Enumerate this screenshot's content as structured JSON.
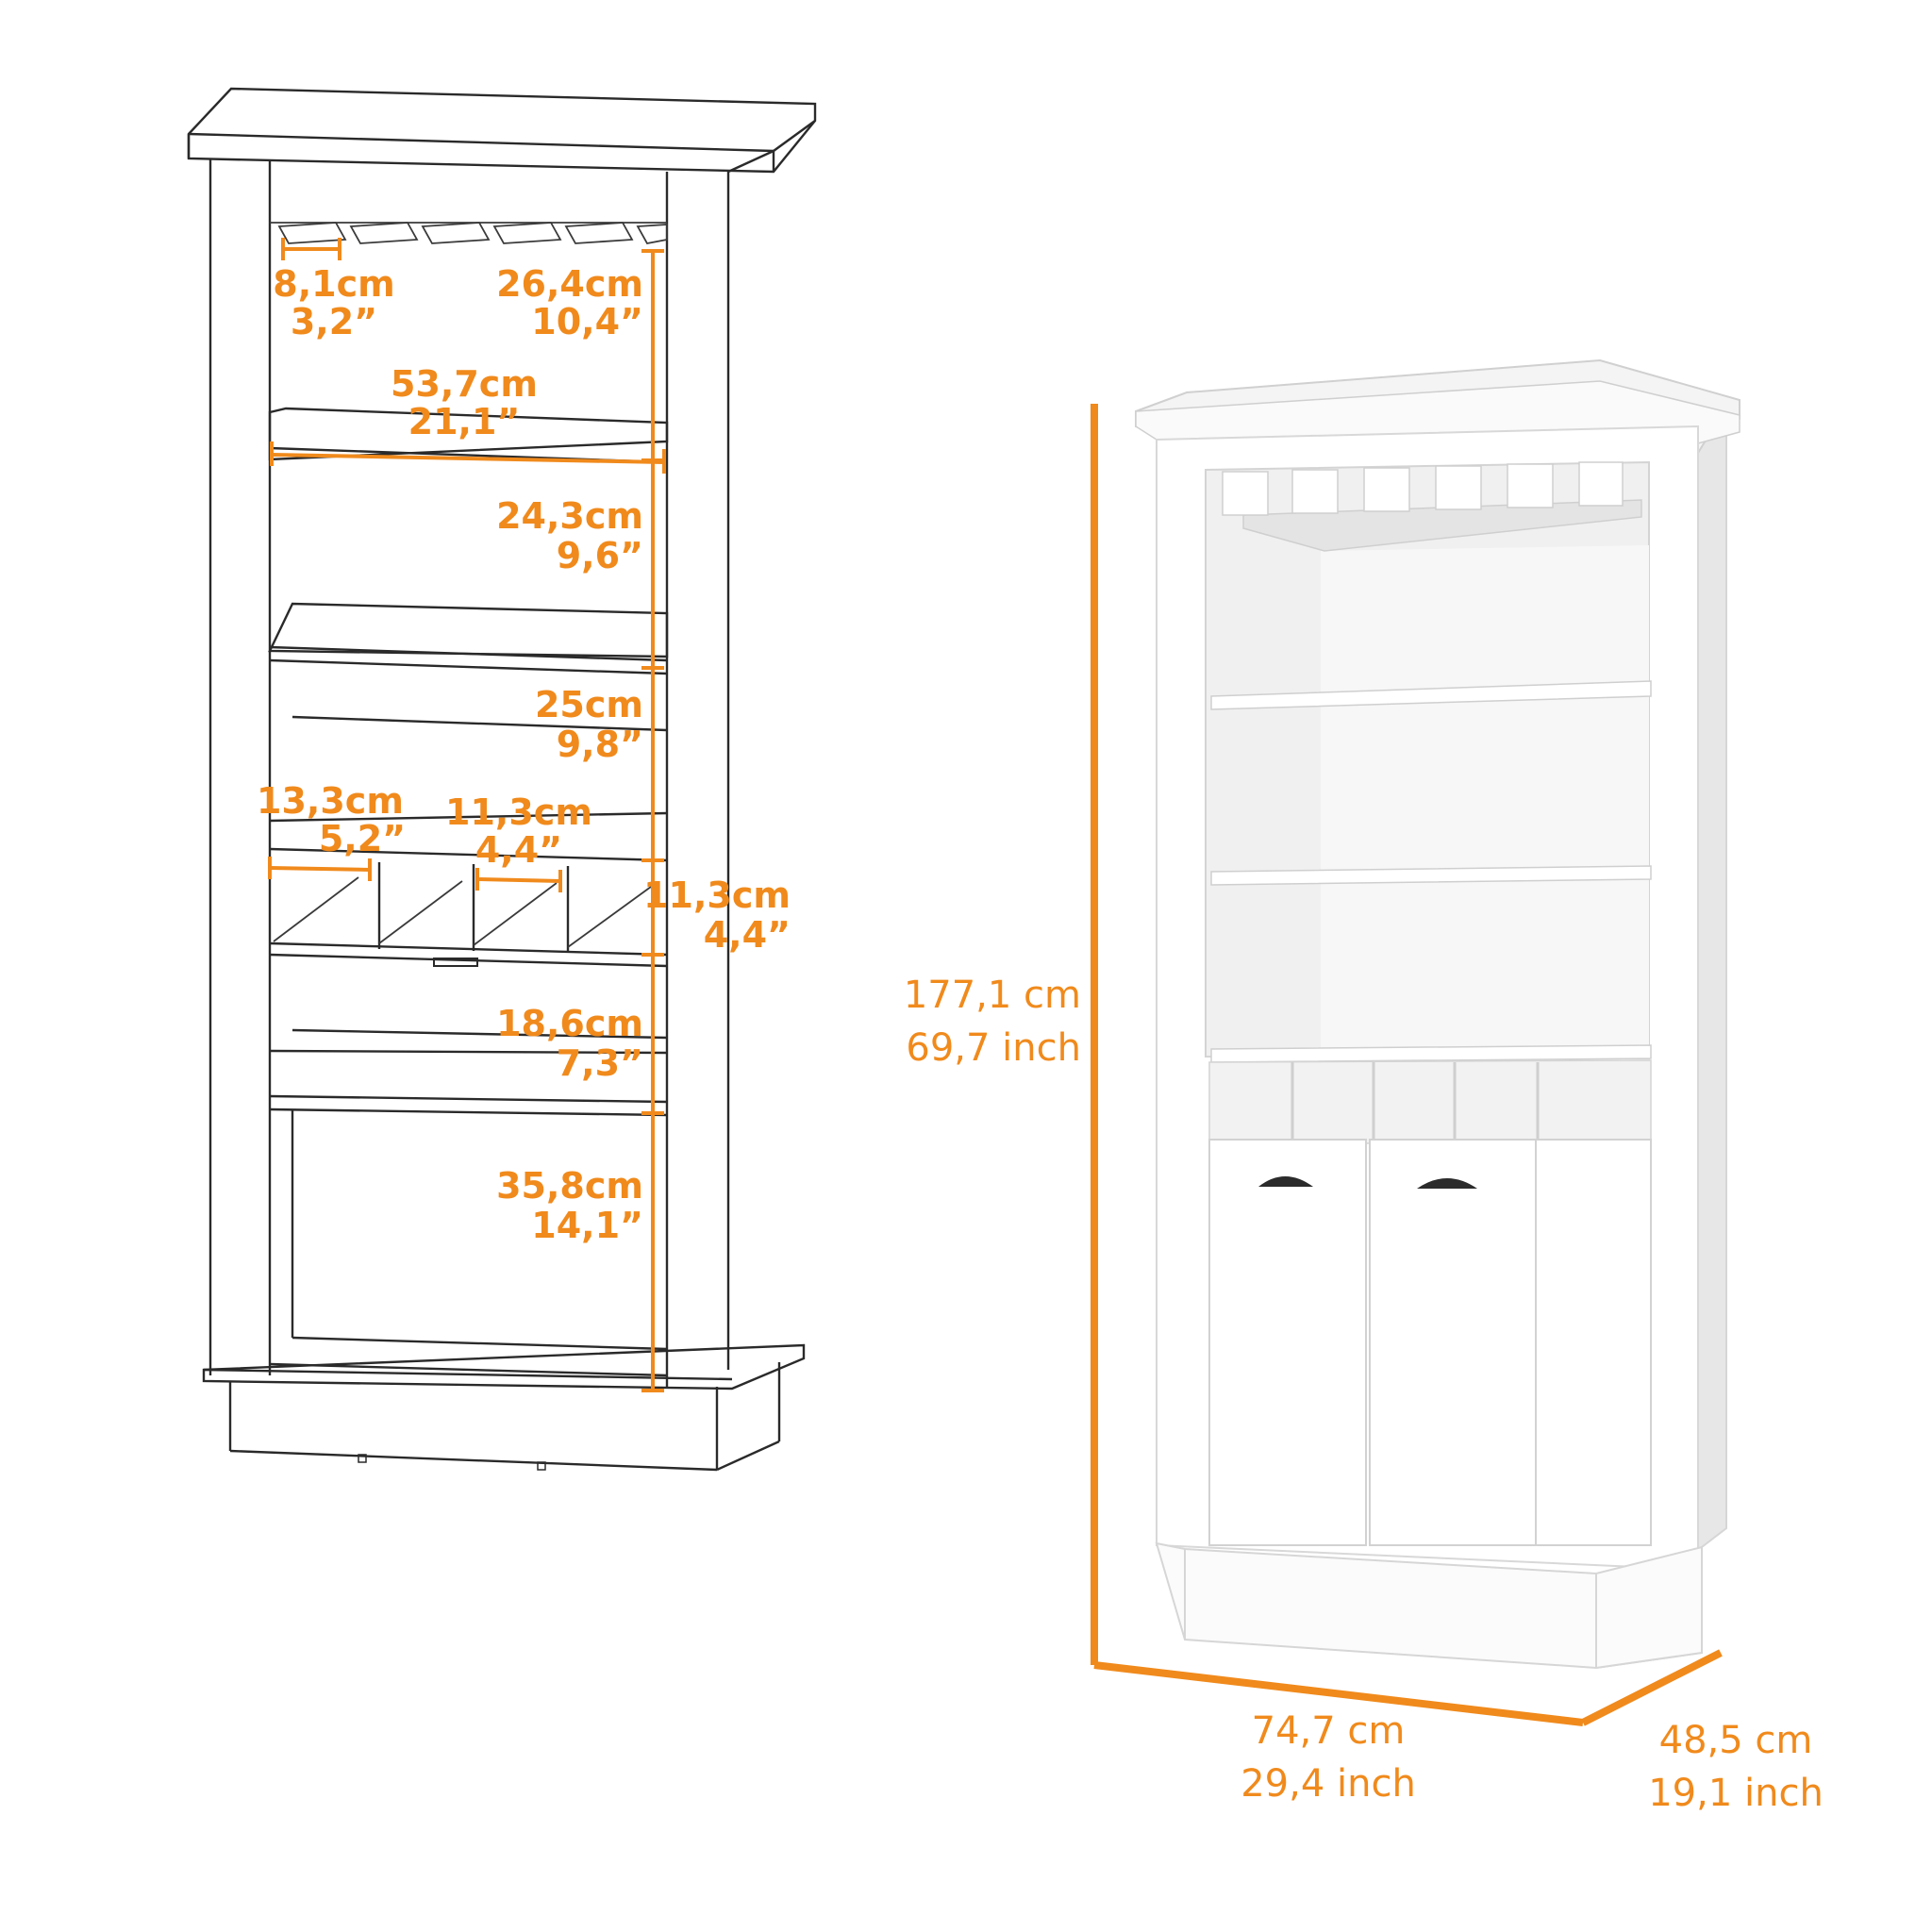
{
  "colors": {
    "accent": "#f08a1c",
    "line": "#2a2a2a",
    "cabinet": "#ffffff",
    "shade": "#e9e9e9",
    "handle": "#2b2b2b"
  },
  "drawing_dims": {
    "rack_width": {
      "cm": "8,1cm",
      "in": "3,2”"
    },
    "top_height": {
      "cm": "26,4cm",
      "in": "10,4”"
    },
    "inner_width": {
      "cm": "53,7cm",
      "in": "21,1”"
    },
    "shelf2": {
      "cm": "24,3cm",
      "in": "9,6”"
    },
    "shelf3": {
      "cm": "25cm",
      "in": "9,8”"
    },
    "cubby_left": {
      "cm": "13,3cm",
      "in": "5,2”"
    },
    "cubby_mid": {
      "cm": "11,3cm",
      "in": "4,4”"
    },
    "cubby_height": {
      "cm": "11,3cm",
      "in": "4,4”"
    },
    "door_upper": {
      "cm": "18,6cm",
      "in": "7,3”"
    },
    "door_lower": {
      "cm": "35,8cm",
      "in": "14,1”"
    }
  },
  "overall_dims": {
    "height": {
      "cm": "177,1 cm",
      "in": "69,7 inch"
    },
    "width": {
      "cm": "74,7 cm",
      "in": "29,4 inch"
    },
    "depth": {
      "cm": "48,5 cm",
      "in": "19,1 inch"
    }
  }
}
